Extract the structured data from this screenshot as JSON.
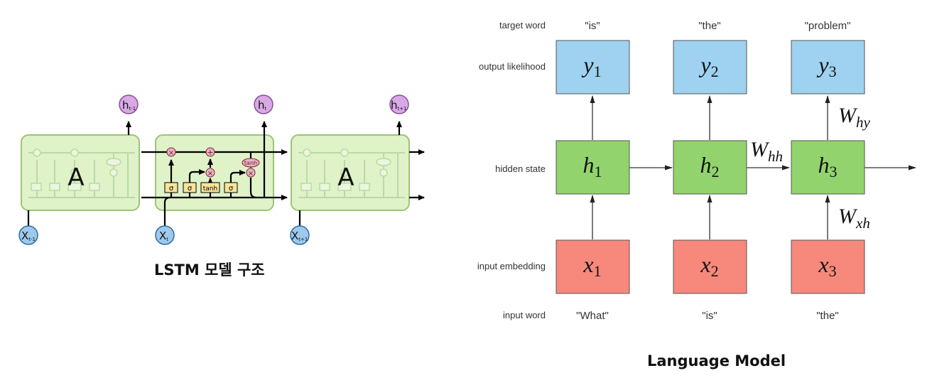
{
  "lstm": {
    "caption": "LSTM 모델 구조",
    "cell_label": "A",
    "outputs": [
      {
        "base": "h",
        "sub": "t-1"
      },
      {
        "base": "h",
        "sub": "t"
      },
      {
        "base": "h",
        "sub": "t+1"
      }
    ],
    "inputs": [
      {
        "base": "X",
        "sub": "t-1"
      },
      {
        "base": "X",
        "sub": "t"
      },
      {
        "base": "X",
        "sub": "t+1"
      }
    ],
    "gates": [
      "σ",
      "σ",
      "tanh",
      "σ"
    ],
    "ops": {
      "multiply": "×",
      "add": "+",
      "tanh": "tanh"
    },
    "colors": {
      "cell_fill": "#dff2c8",
      "cell_border": "#9cc477",
      "output_circle": "#d9a9e6",
      "input_circle": "#9ec9ee",
      "gate_fill": "#f7e49a"
    }
  },
  "language_model": {
    "caption": "Language Model",
    "row_labels": {
      "target": "target word",
      "output": "output likelihood",
      "hidden": "hidden state",
      "embedding": "input embedding",
      "input": "input word"
    },
    "target_words": [
      "\"is\"",
      "\"the\"",
      "\"problem\""
    ],
    "input_words": [
      "\"What\"",
      "\"is\"",
      "\"the\""
    ],
    "outputs": [
      {
        "base": "y",
        "sub": "1"
      },
      {
        "base": "y",
        "sub": "2"
      },
      {
        "base": "y",
        "sub": "3"
      }
    ],
    "hidden": [
      {
        "base": "h",
        "sub": "1"
      },
      {
        "base": "h",
        "sub": "2"
      },
      {
        "base": "h",
        "sub": "3"
      }
    ],
    "embeddings": [
      {
        "base": "x",
        "sub": "1"
      },
      {
        "base": "x",
        "sub": "2"
      },
      {
        "base": "x",
        "sub": "3"
      }
    ],
    "weights": {
      "hh": {
        "base": "W",
        "sub": "hh"
      },
      "hy": {
        "base": "W",
        "sub": "hy"
      },
      "xh": {
        "base": "W",
        "sub": "xh"
      }
    },
    "colors": {
      "output_box": "#9fd1f0",
      "hidden_box": "#92d36e",
      "embedding_box": "#f6897c"
    }
  }
}
